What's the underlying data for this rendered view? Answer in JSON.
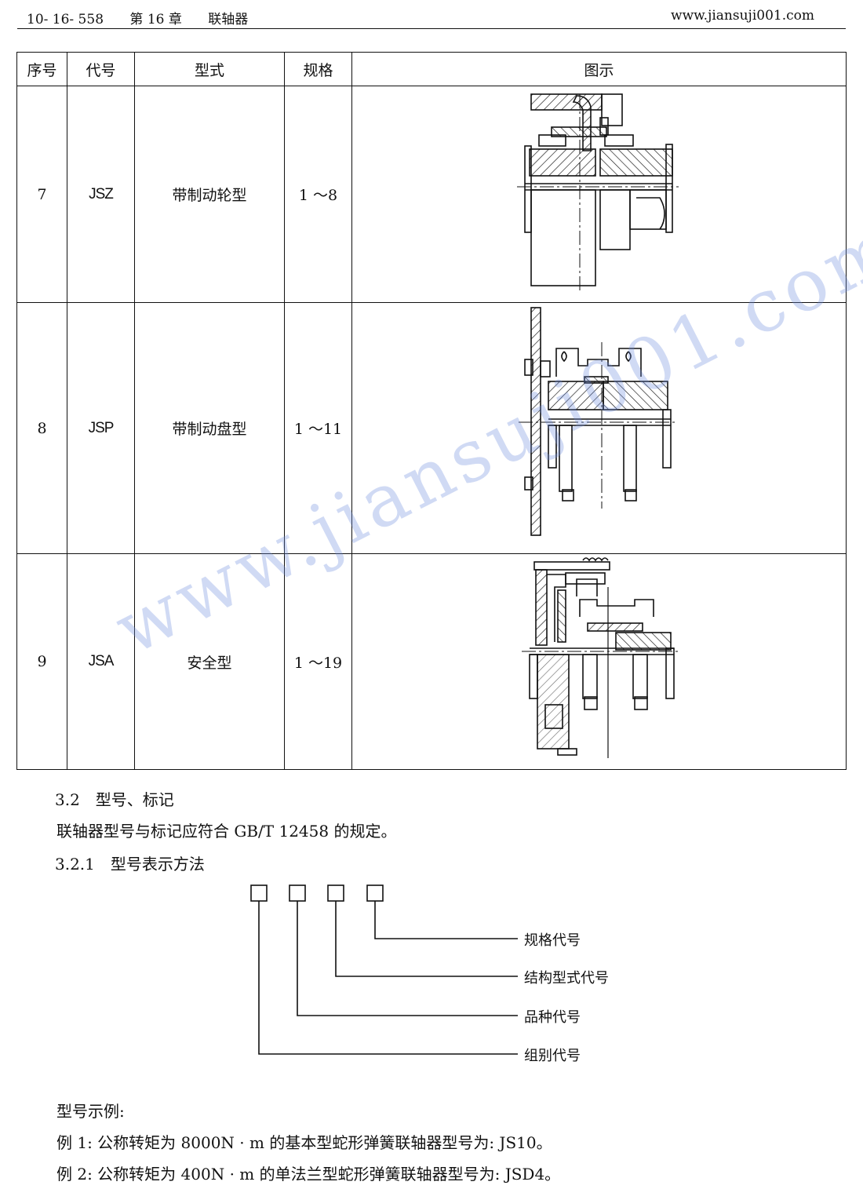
{
  "header": {
    "page_number": "10- 16- 558",
    "chapter": "第 16 章",
    "chapter_title": "联轴器",
    "website": "www.jiansuji001.com"
  },
  "table": {
    "columns": [
      "序号",
      "代号",
      "型式",
      "规格",
      "图示"
    ],
    "rows": [
      {
        "no": "7",
        "code": "JSZ",
        "type": "带制动轮型",
        "spec": "1 ～8"
      },
      {
        "no": "8",
        "code": "JSP",
        "type": "带制动盘型",
        "spec": "1 ～11"
      },
      {
        "no": "9",
        "code": "JSA",
        "type": "安全型",
        "spec": "1 ～19"
      }
    ]
  },
  "section_3_2": {
    "title": "3.2　型号、标记",
    "text": "联轴器型号与标记应符合 GB/T 12458 的规定。"
  },
  "section_3_2_1": {
    "title": "3.2.1　型号表示方法",
    "labels": [
      "规格代号",
      "结构型式代号",
      "品种代号",
      "组别代号"
    ]
  },
  "examples": {
    "heading": "型号示例:",
    "example1": "例 1: 公称转矩为 8000N · m 的基本型蛇形弹簧联轴器型号为: JS10。",
    "example2": "例 2: 公称转矩为 400N · m 的单法兰型蛇形弹簧联轴器型号为: JSD4。"
  },
  "watermark": "www.jiansuji001.com"
}
